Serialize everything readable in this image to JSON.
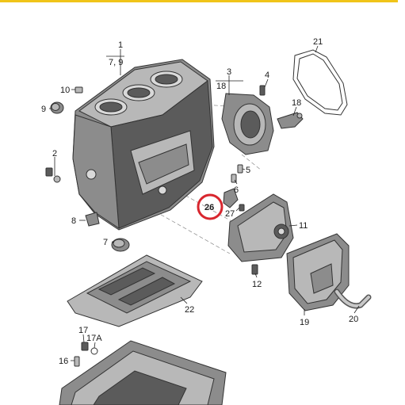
{
  "header": {
    "accent_color": "#f0c419"
  },
  "highlight_color": "#d8262e",
  "callouts": [
    {
      "id": "1",
      "label": "1"
    },
    {
      "id": "7_9",
      "label": "7, 9"
    },
    {
      "id": "10",
      "label": "10"
    },
    {
      "id": "9",
      "label": "9"
    },
    {
      "id": "2",
      "label": "2"
    },
    {
      "id": "8",
      "label": "8"
    },
    {
      "id": "7",
      "label": "7"
    },
    {
      "id": "3",
      "label": "3"
    },
    {
      "id": "18a",
      "label": "18"
    },
    {
      "id": "4",
      "label": "4"
    },
    {
      "id": "21",
      "label": "21"
    },
    {
      "id": "18b",
      "label": "18"
    },
    {
      "id": "5",
      "label": "5"
    },
    {
      "id": "6",
      "label": "6"
    },
    {
      "id": "26",
      "label": "26"
    },
    {
      "id": "27",
      "label": "27"
    },
    {
      "id": "11",
      "label": "11"
    },
    {
      "id": "12",
      "label": "12"
    },
    {
      "id": "22",
      "label": "22"
    },
    {
      "id": "19",
      "label": "19"
    },
    {
      "id": "20",
      "label": "20"
    },
    {
      "id": "17",
      "label": "17"
    },
    {
      "id": "17A",
      "label": "17A"
    },
    {
      "id": "16",
      "label": "16"
    }
  ]
}
